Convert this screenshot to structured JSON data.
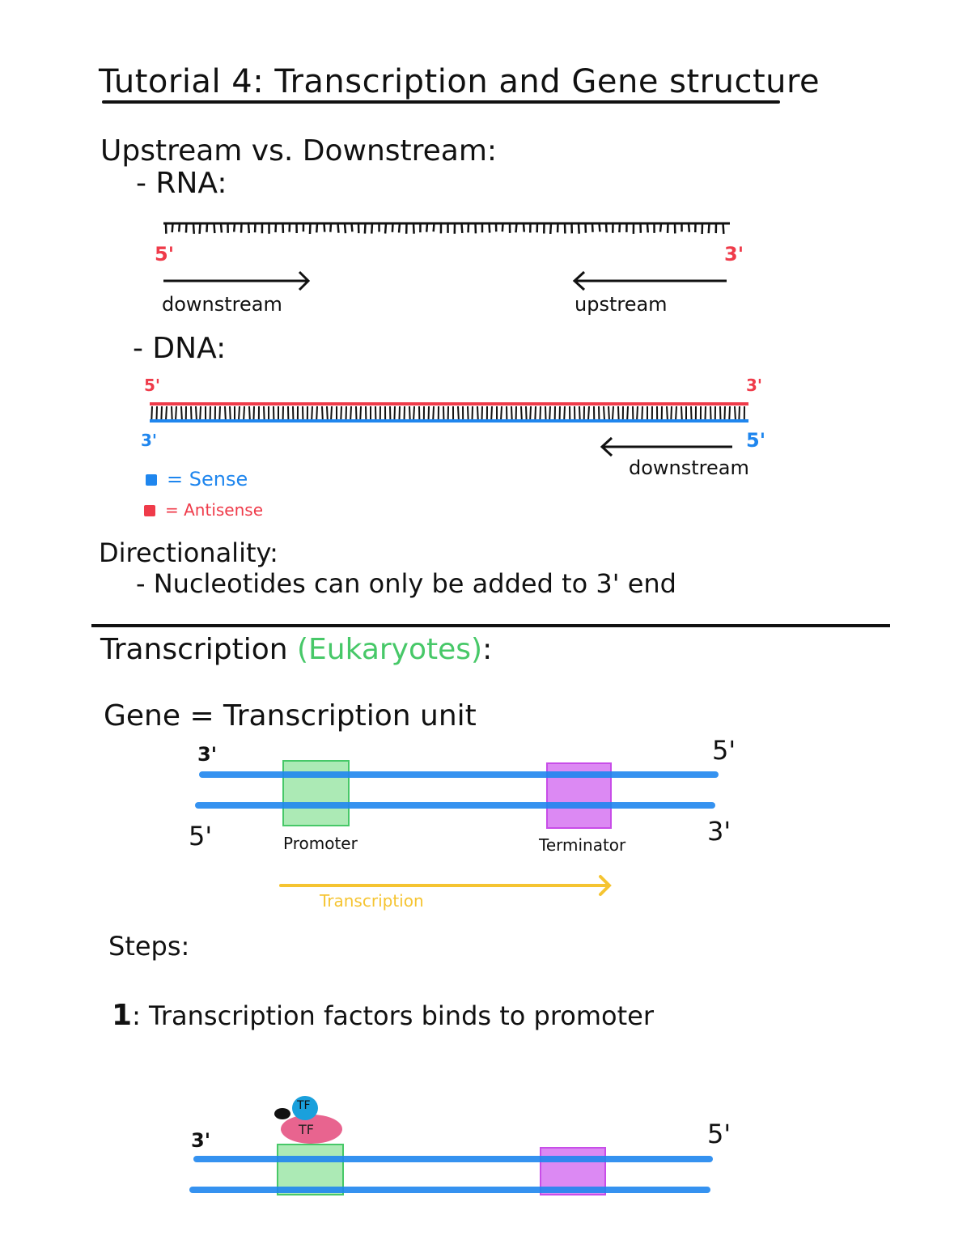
{
  "page": {
    "title": "Tutorial 4: Transcription and Gene structure"
  },
  "section_up_down": {
    "heading": "Upstream vs. Downstream:",
    "rna": {
      "label": "- RNA:",
      "end_left": "5'",
      "end_right": "3'",
      "arrow_left_label": "downstream",
      "arrow_right_label": "upstream"
    },
    "dna": {
      "label": "- DNA:",
      "top_left": "5'",
      "top_right": "3'",
      "bottom_left": "3'",
      "bottom_right": "5'",
      "arrow_label": "downstream",
      "legend": [
        {
          "label": "= Sense",
          "color": "#1f86ee"
        },
        {
          "label": "= Antisense",
          "color": "#ef3b4a"
        }
      ]
    }
  },
  "directionality": {
    "heading": "Directionality:",
    "bullet": "- Nucleotides can only be added to 3' end"
  },
  "transcription": {
    "heading": "Transcription",
    "heading_paren": "(Eukaryotes)",
    "heading_colon": ":",
    "gene_def": "Gene = Transcription unit",
    "diagram": {
      "top_left": "3'",
      "top_right": "5'",
      "bottom_left": "5'",
      "bottom_right": "3'",
      "promoter_label": "Promoter",
      "terminator_label": "Terminator",
      "arrow_label": "Transcription"
    },
    "steps_heading": "Steps:",
    "steps": [
      {
        "number": "1",
        "text": ": Transcription factors binds to promoter"
      }
    ],
    "step1_diagram": {
      "left_end": "3'",
      "right_end": "5'",
      "tf_top": "TF",
      "tf_bottom": "TF"
    }
  },
  "colors": {
    "strand_blue": "#1f86ee",
    "antisense_red": "#ef3b4a",
    "promoter_green": "#47c868",
    "terminator_purple": "#d36cf0",
    "transcription_gold": "#f5c431",
    "tf_blue": "#1aa0dc",
    "tf_pink": "#e8648f"
  }
}
